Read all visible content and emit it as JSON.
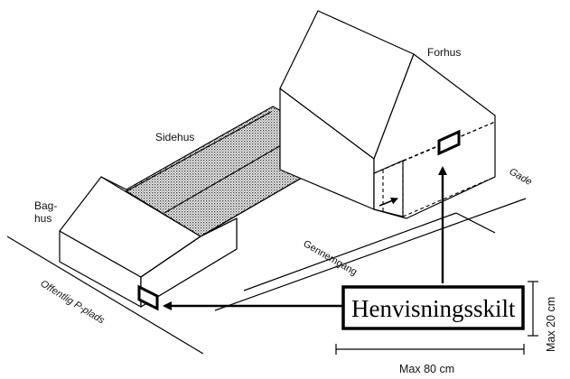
{
  "labels": {
    "forhus": "Forhus",
    "sidehus": "Sidehus",
    "baghus_line1": "Bag-",
    "baghus_line2": "hus",
    "gade": "Gade",
    "gennemgang": "Gennemgang",
    "offentlig_p_plads": "Offentlig P-plads"
  },
  "sign": {
    "text": "Henvisningsskilt",
    "max_height": "Max 20 cm",
    "max_width": "Max 80 cm"
  },
  "colors": {
    "ink": "#000000",
    "background": "#ffffff",
    "roof_stipple": "#b0b0b0"
  }
}
